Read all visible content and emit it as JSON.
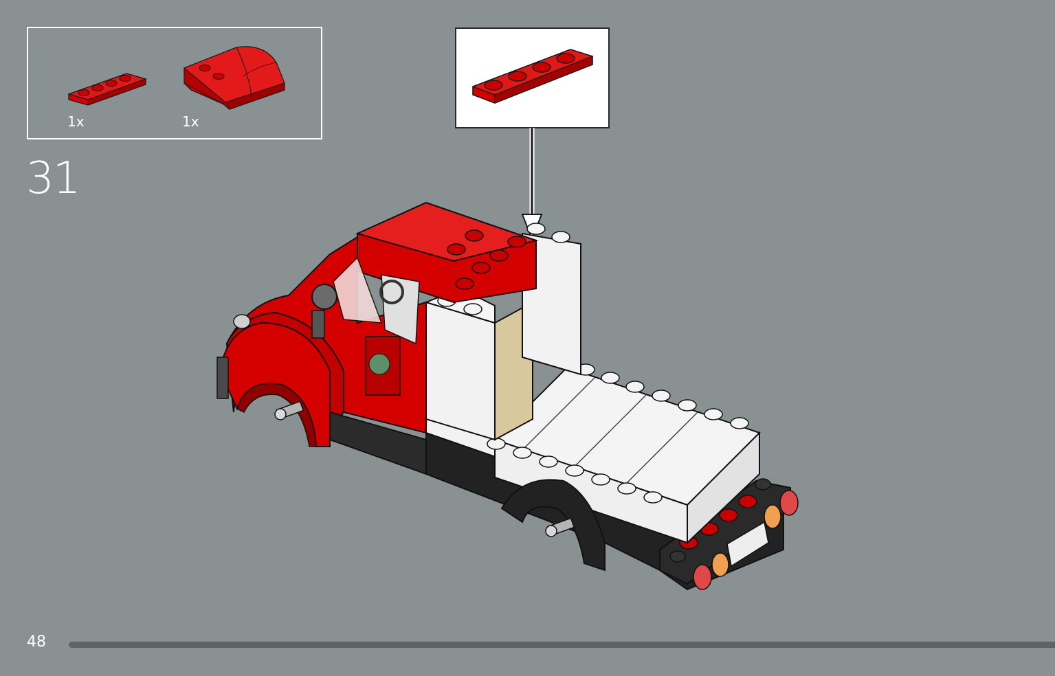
{
  "parts_list": {
    "items": [
      {
        "quantity": "1x",
        "part_icon": "red-plate-1x4-icon",
        "color": "#d40000"
      },
      {
        "quantity": "1x",
        "part_icon": "red-curved-slope-icon",
        "color": "#d40000"
      }
    ]
  },
  "step": {
    "number": "31"
  },
  "callout": {
    "part_icon": "red-plate-1x4-icon"
  },
  "page": {
    "number": "48"
  },
  "colors": {
    "background": "#8a9193",
    "brick_red": "#d40000",
    "brick_white": "#f2f2f2",
    "outline": "#1a1a1a"
  }
}
